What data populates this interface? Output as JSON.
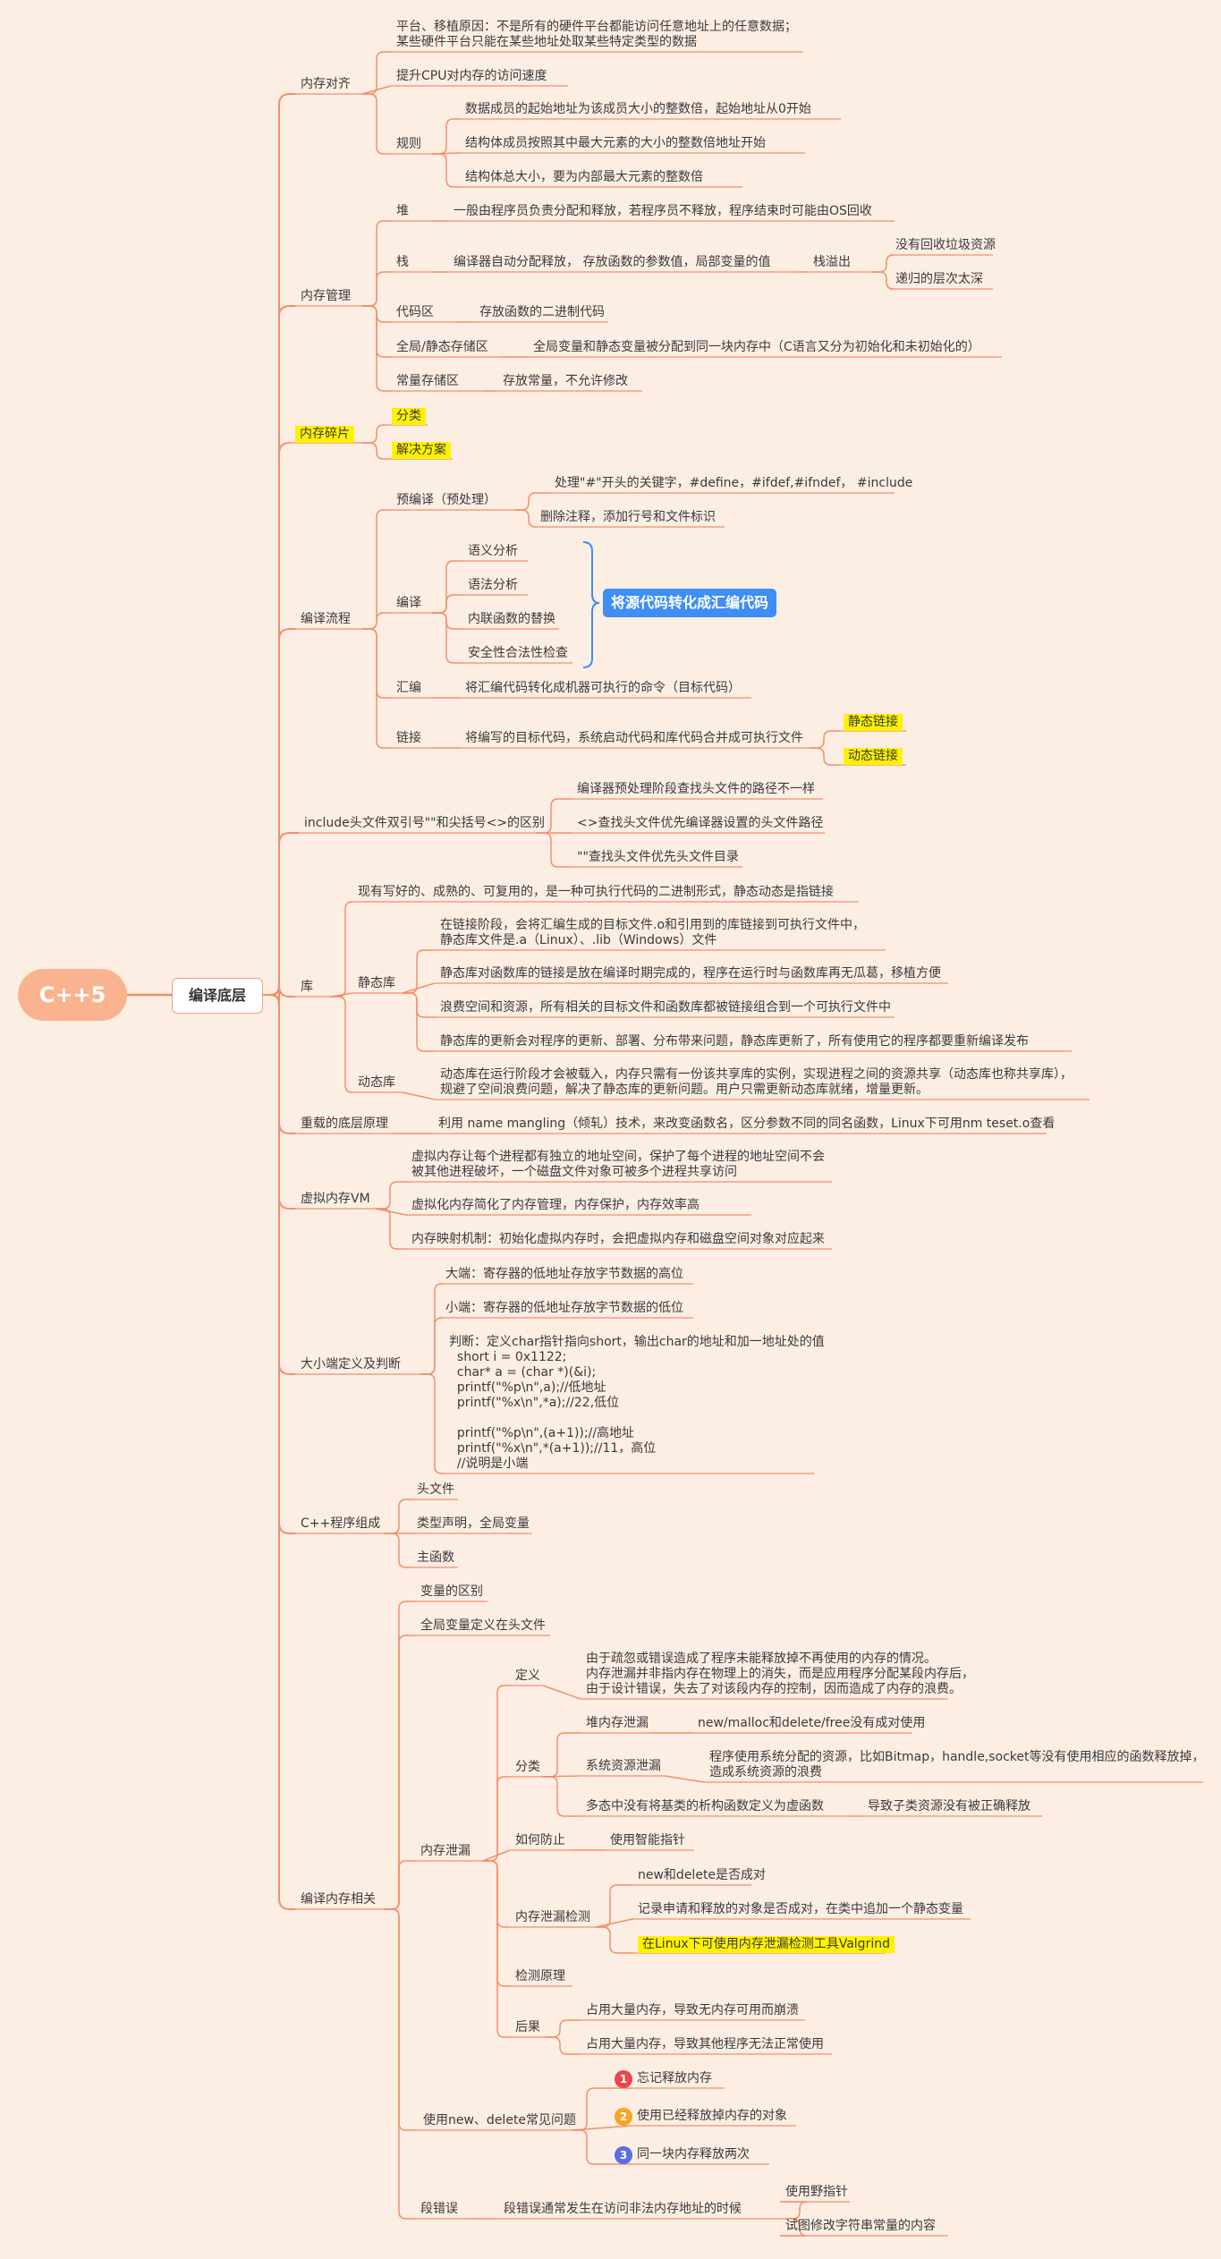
{
  "root": {
    "label": "C++5"
  },
  "main": {
    "label": "编译底层"
  },
  "nodes": {
    "n_mem_align": "内存对齐",
    "n_align_1": "平台、移植原因：不是所有的硬件平台都能访问任意地址上的任意数据；\n某些硬件平台只能在某些地址处取某些特定类型的数据",
    "n_align_2": "提升CPU对内存的访问速度",
    "n_rules": "规则",
    "n_rule_1": "数据成员的起始地址为该成员大小的整数倍，起始地址从0开始",
    "n_rule_2": "结构体成员按照其中最大元素的大小的整数倍地址开始",
    "n_rule_3": "结构体总大小，要为内部最大元素的整数倍",
    "n_mem_mgmt": "内存管理",
    "n_heap": "堆",
    "n_heap_d": "一般由程序员负责分配和释放，若程序员不释放，程序结束时可能由OS回收",
    "n_stack": "栈",
    "n_stack_d": "编译器自动分配释放， 存放函数的参数值，局部变量的值",
    "n_overflow": "栈溢出",
    "n_of_1": "没有回收垃圾资源",
    "n_of_2": "递归的层次太深",
    "n_code": "代码区",
    "n_code_d": "存放函数的二进制代码",
    "n_global": "全局/静态存储区",
    "n_global_d": "全局变量和静态变量被分配到同一块内存中（C语言又分为初始化和未初始化的）",
    "n_const": "常量存储区",
    "n_const_d": "存放常量，不允许修改",
    "n_frag": "内存碎片",
    "n_frag_1": "分类",
    "n_frag_2": "解决方案",
    "n_compile": "编译流程",
    "n_pre": "预编译（预处理）",
    "n_pre_1": "处理\"#\"开头的关键字，#define，#ifdef,#ifndef， #include",
    "n_pre_2": "删除注释，添加行号和文件标识",
    "n_comp": "编译",
    "n_comp_1": "语义分析",
    "n_comp_2": "语法分析",
    "n_comp_3": "内联函数的替换",
    "n_comp_4": "安全性合法性检查",
    "n_comp_sum": "将源代码转化成汇编代码",
    "n_asm": "汇编",
    "n_asm_d": "将汇编代码转化成机器可执行的命令（目标代码）",
    "n_link": "链接",
    "n_link_d": "将编写的目标代码，系统启动代码和库代码合并成可执行文件",
    "n_link_1": "静态链接",
    "n_link_2": "动态链接",
    "n_include": "include头文件双引号\"\"和尖括号<>的区别",
    "n_inc_1": "编译器预处理阶段查找头文件的路径不一样",
    "n_inc_2": "<>查找头文件优先编译器设置的头文件路径",
    "n_inc_3": "\"\"查找头文件优先头文件目录",
    "n_lib": "库",
    "n_lib_d": "现有写好的、成熟的、可复用的，是一种可执行代码的二进制形式，静态动态是指链接",
    "n_static": "静态库",
    "n_st_1": "在链接阶段，会将汇编生成的目标文件.o和引用到的库链接到可执行文件中，\n静态库文件是.a（Linux）、.lib（Windows）文件",
    "n_st_2": "静态库对函数库的链接是放在编译时期完成的，程序在运行时与函数库再无瓜葛，移植方便",
    "n_st_3": "浪费空间和资源，所有相关的目标文件和函数库都被链接组合到一个可执行文件中",
    "n_st_4": "静态库的更新会对程序的更新、部署、分布带来问题，静态库更新了，所有使用它的程序都要重新编译发布",
    "n_dynamic": "动态库",
    "n_dy_1": "动态库在运行阶段才会被载入，内存只需有一份该共享库的实例，实现进程之间的资源共享（动态库也称共享库），\n规避了空间浪费问题，解决了静态库的更新问题。用户只需更新动态库就绪，增量更新。",
    "n_overload": "重载的底层原理",
    "n_overload_d": "利用 name mangling（倾轧）技术，来改变函数名，区分参数不同的同名函数，Linux下可用nm teset.o查看",
    "n_vm": "虚拟内存VM",
    "n_vm_1": "虚拟内存让每个进程都有独立的地址空间，保护了每个进程的地址空间不会\n被其他进程破坏，一个磁盘文件对象可被多个进程共享访问",
    "n_vm_2": "虚拟化内存简化了内存管理，内存保护，内存效率高",
    "n_vm_3": "内存映射机制：初始化虚拟内存时，会把虚拟内存和磁盘空间对象对应起来",
    "n_endian": "大小端定义及判断",
    "n_en_1": "大端：寄存器的低地址存放字节数据的高位",
    "n_en_2": "小端：寄存器的低地址存放字节数据的低位",
    "n_en_3": "判断：定义char指针指向short，输出char的地址和加一地址处的值\n  short i = 0x1122;\n  char* a = (char *)(&i);\n  printf(\"%p\\n\",a);//低地址\n  printf(\"%x\\n\",*a);//22,低位\n\n  printf(\"%p\\n\",(a+1));//高地址\n  printf(\"%x\\n\",*(a+1));//11，高位\n  //说明是小端",
    "n_cpp": "C++程序组成",
    "n_cpp_1": "头文件",
    "n_cpp_2": "类型声明，全局变量",
    "n_cpp_3": "主函数",
    "n_memrel": "编译内存相关",
    "n_mr_1": "变量的区别",
    "n_mr_2": "全局变量定义在头文件",
    "n_leak": "内存泄漏",
    "n_def": "定义",
    "n_def_d": "由于疏忽或错误造成了程序未能释放掉不再使用的内存的情况。\n内存泄漏并非指内存在物理上的消失，而是应用程序分配某段内存后，\n由于设计错误，失去了对该段内存的控制，因而造成了内存的浪费。",
    "n_class": "分类",
    "n_cl_1": "堆内存泄漏",
    "n_cl_1d": "new/malloc和delete/free没有成对使用",
    "n_cl_2": "系统资源泄漏",
    "n_cl_2d": "程序使用系统分配的资源，比如Bitmap，handle,socket等没有使用相应的函数释放掉，\n造成系统资源的浪费",
    "n_cl_3": "多态中没有将基类的析构函数定义为虚函数",
    "n_cl_3d": "导致子类资源没有被正确释放",
    "n_prevent": "如何防止",
    "n_prevent_d": "使用智能指针",
    "n_detect": "内存泄漏检测",
    "n_de_1": "new和delete是否成对",
    "n_de_2": "记录申请和释放的对象是否成对，在类中追加一个静态变量",
    "n_de_3": "在Linux下可使用内存泄漏检测工具Valgrind",
    "n_principle": "检测原理",
    "n_result": "后果",
    "n_re_1": "占用大量内存，导致无内存可用而崩溃",
    "n_re_2": "占用大量内存，导致其他程序无法正常使用",
    "n_newdel": "使用new、delete常见问题",
    "n_nd_1": "忘记释放内存",
    "n_nd_2": "使用已经释放掉内存的对象",
    "n_nd_3": "同一块内存释放两次",
    "n_segv": "段错误",
    "n_segv_d": "段错误通常发生在访问非法内存地址的时候",
    "n_segv_1": "使用野指针",
    "n_segv_2": "试图修改字符串常量的内容"
  },
  "badges": [
    "1",
    "2",
    "3"
  ],
  "colors": {
    "line": "#f0906a",
    "highlight": "#fff200",
    "accent_blue": "#3d8ef5",
    "root": "#f9b48f",
    "background": "#fdeee4"
  }
}
